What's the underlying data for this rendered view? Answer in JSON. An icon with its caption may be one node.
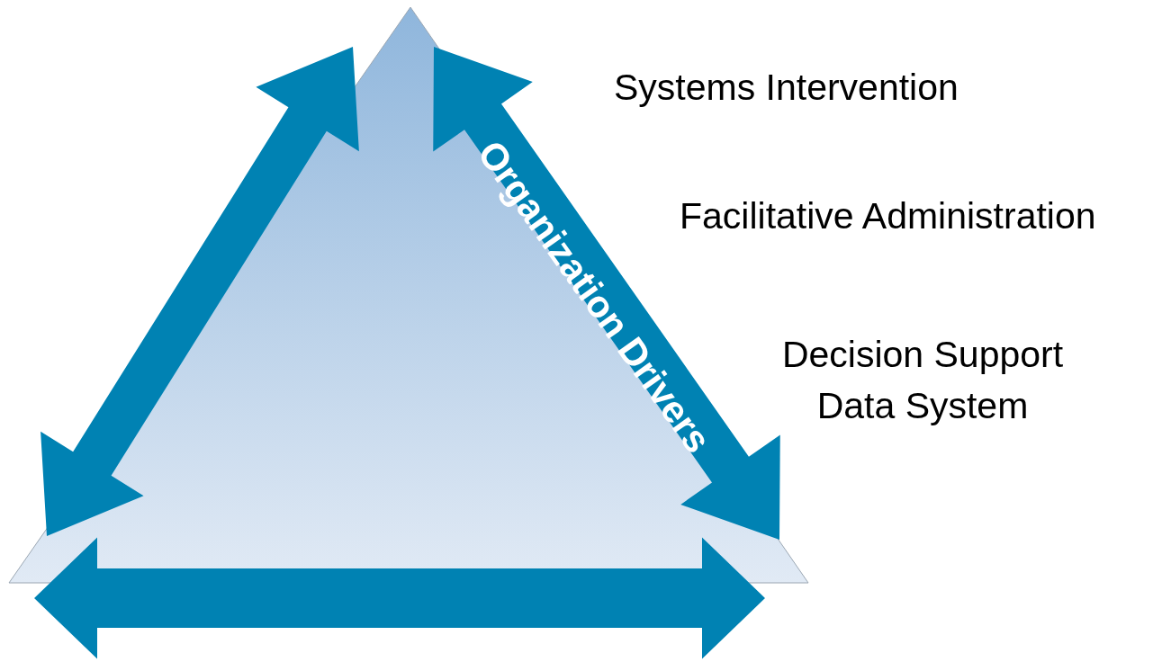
{
  "diagram": {
    "labels": [
      "Organization Drivers",
      "Systems Intervention",
      "Facilitative Administration",
      "Decision Support Data System"
    ]
  }
}
